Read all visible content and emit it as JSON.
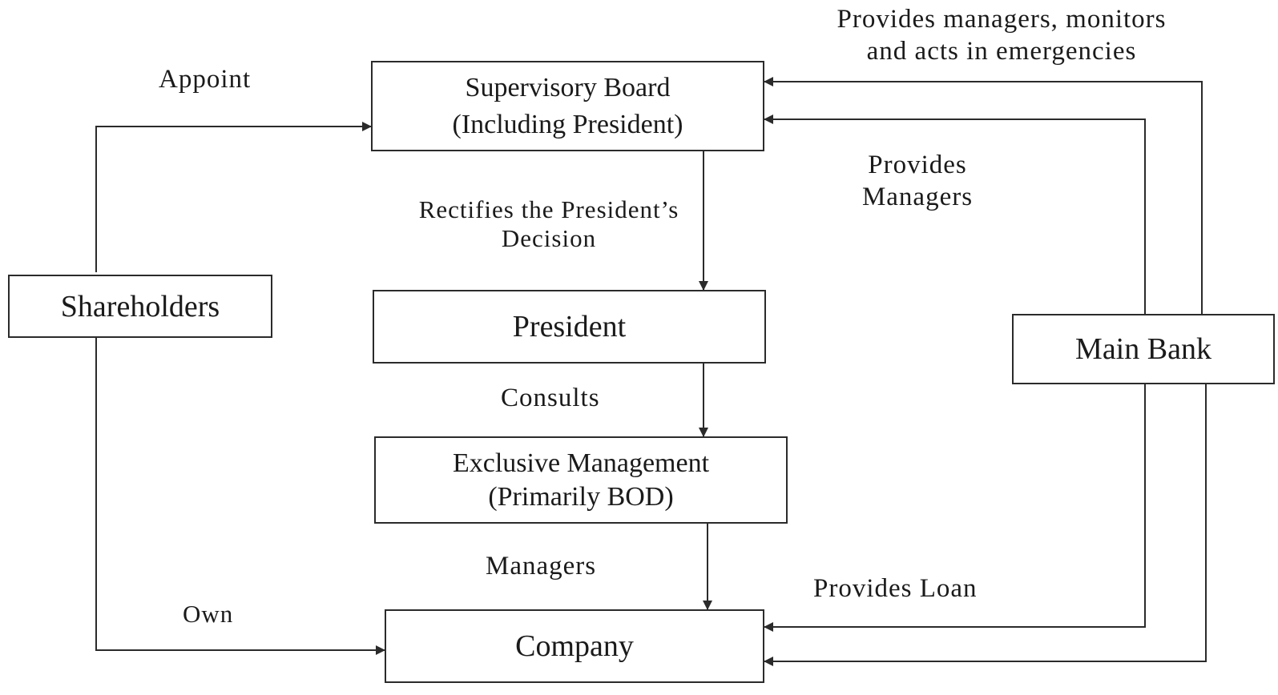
{
  "nodes": {
    "supervisory_board": {
      "line1": "Supervisory Board",
      "line2": "(Including President)"
    },
    "shareholders": {
      "label": "Shareholders"
    },
    "president": {
      "label": "President"
    },
    "exclusive_management": {
      "line1": "Exclusive Management",
      "line2": "(Primarily BOD)"
    },
    "company": {
      "label": "Company"
    },
    "main_bank": {
      "label": "Main Bank"
    }
  },
  "edges": {
    "appoint": "Appoint",
    "own": "Own",
    "rectifies": {
      "line1": "Rectifies the President’s",
      "line2": "Decision"
    },
    "consults": "Consults",
    "managers": "Managers",
    "provides_managers_monitors": {
      "line1": "Provides managers, monitors",
      "line2": "and acts in emergencies"
    },
    "provides_managers": {
      "line1": "Provides",
      "line2": "Managers"
    },
    "provides_loan": "Provides Loan"
  },
  "colors": {
    "line": "#2b2b2b",
    "text": "#1a1a1a",
    "background": "#ffffff"
  }
}
